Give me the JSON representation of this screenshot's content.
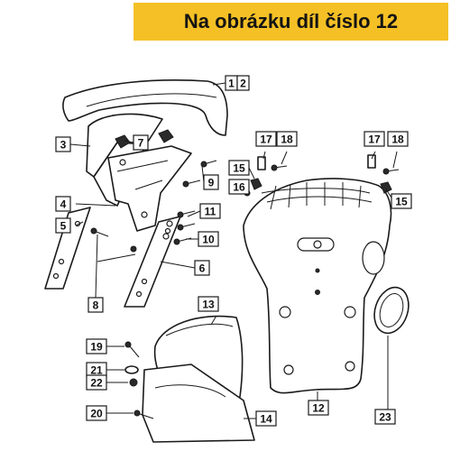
{
  "banner": {
    "text": "Na obrázku díl číslo 12",
    "color": "#f4c025"
  },
  "labels": {
    "l1": "1",
    "l2": "2",
    "l3": "3",
    "l4": "4",
    "l5": "5",
    "l6": "6",
    "l7": "7",
    "l8": "8",
    "l9": "9",
    "l10": "10",
    "l11": "11",
    "l12": "12",
    "l13": "13",
    "l14": "14",
    "l15a": "15",
    "l15b": "15",
    "l16": "16",
    "l17a": "17",
    "l17b": "17",
    "l18a": "18",
    "l18b": "18",
    "l19": "19",
    "l20": "20",
    "l21": "21",
    "l22": "22",
    "l23": "23"
  }
}
